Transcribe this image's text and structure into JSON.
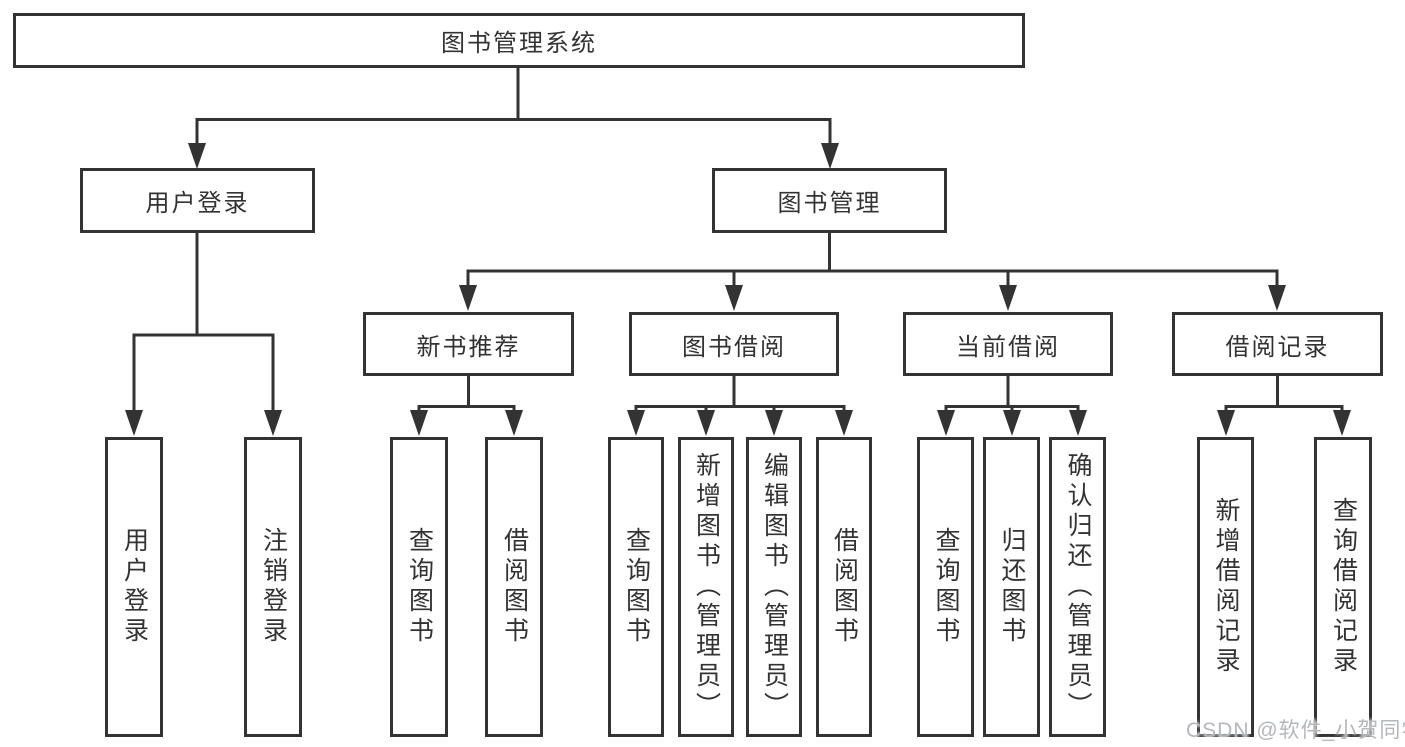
{
  "watermark": "CSDN @软件_小贺同学",
  "colors": {
    "line": "#333333",
    "text": "#333333",
    "watermark": "#b4b7bb",
    "background": "#ffffff"
  },
  "tree": {
    "label": "图书管理系统",
    "children": [
      {
        "label": "用户登录",
        "children": [
          {
            "label": "用户登录"
          },
          {
            "label": "注销登录"
          }
        ]
      },
      {
        "label": "图书管理",
        "children": [
          {
            "label": "新书推荐",
            "children": [
              {
                "label": "查询图书"
              },
              {
                "label": "借阅图书"
              }
            ]
          },
          {
            "label": "图书借阅",
            "children": [
              {
                "label": "查询图书"
              },
              {
                "label": "新增图书（管理员）"
              },
              {
                "label": "编辑图书（管理员）"
              },
              {
                "label": "借阅图书"
              }
            ]
          },
          {
            "label": "当前借阅",
            "children": [
              {
                "label": "查询图书"
              },
              {
                "label": "归还图书"
              },
              {
                "label": "确认归还（管理员）"
              }
            ]
          },
          {
            "label": "借阅记录",
            "children": [
              {
                "label": "新增借阅记录"
              },
              {
                "label": "查询借阅记录"
              }
            ]
          }
        ]
      }
    ]
  }
}
